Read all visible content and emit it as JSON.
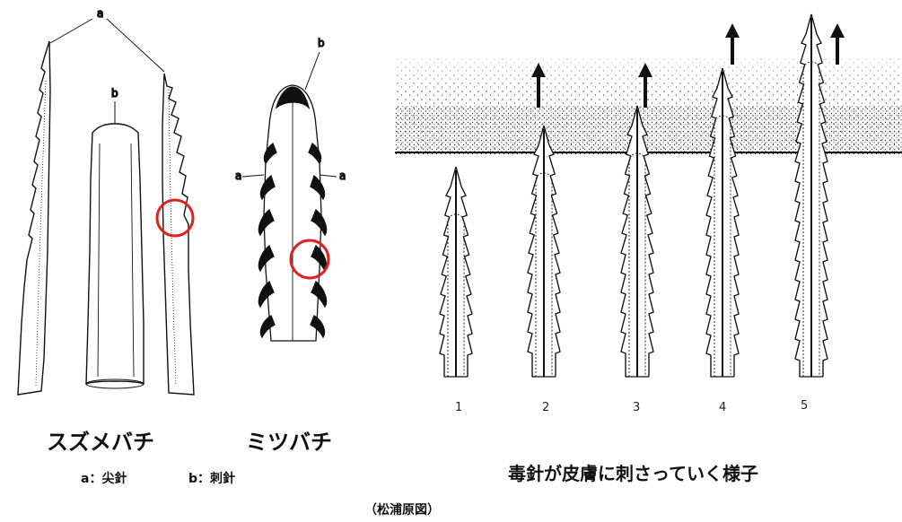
{
  "captions": {
    "hornet": "スズメバチ",
    "honeybee": "ミツバチ",
    "legend_a": "a：尖針",
    "legend_b": "b：刺針",
    "sequence_title": "毒針が皮膚に刺さっていく様子",
    "credit": "（松浦原図）"
  },
  "part_labels": {
    "lancet": "a",
    "stylet": "b"
  },
  "stage_numbers": [
    "1",
    "2",
    "3",
    "4",
    "5"
  ],
  "colors": {
    "highlight_circle": "#e0211c",
    "ink": "#111111"
  }
}
